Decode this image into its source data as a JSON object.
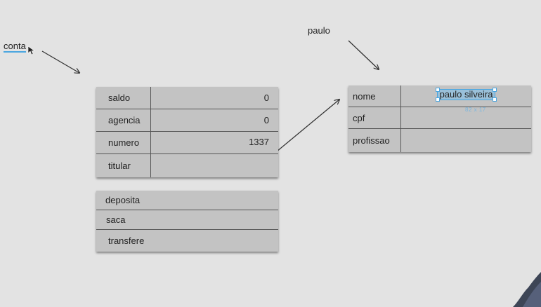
{
  "labels": {
    "conta": "conta",
    "paulo": "paulo"
  },
  "conta": {
    "attributes": [
      {
        "name": "saldo",
        "value": "0"
      },
      {
        "name": "agencia",
        "value": "0"
      },
      {
        "name": "numero",
        "value": "1337"
      },
      {
        "name": "titular",
        "value": ""
      }
    ],
    "methods": [
      "deposita",
      "saca",
      "transfere"
    ]
  },
  "cliente": {
    "attributes": [
      {
        "name": "nome",
        "value": "paulo silveira"
      },
      {
        "name": "cpf",
        "value": ""
      },
      {
        "name": "profissao",
        "value": ""
      }
    ],
    "size_readout": "82 x 17"
  },
  "colors": {
    "background": "#e3e3e3",
    "box_fill": "#c3c3c3",
    "selection": "#4aa6e0"
  },
  "icons": {
    "cursor": "mouse-pointer-icon"
  }
}
